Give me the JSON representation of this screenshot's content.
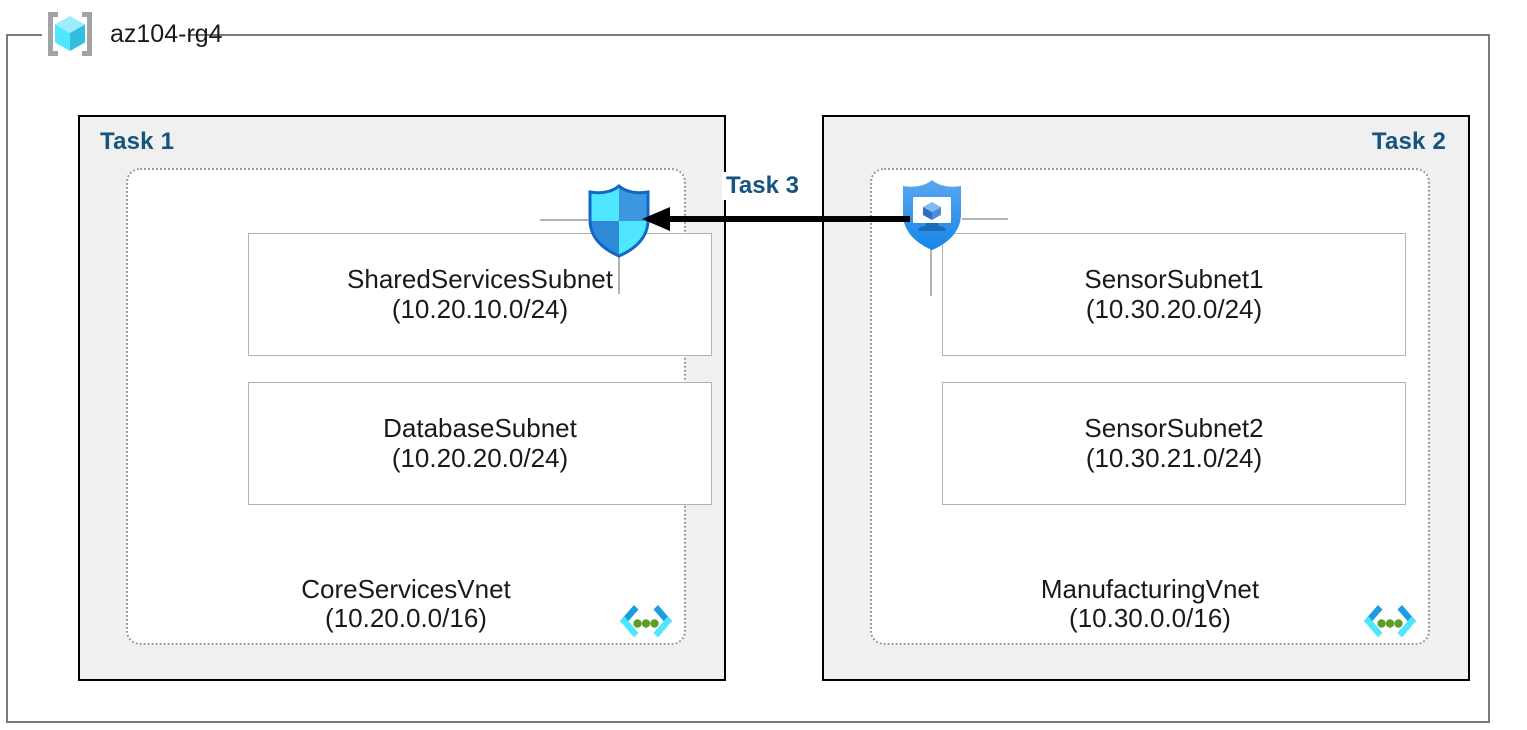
{
  "resource_group": {
    "icon": "resource-group-cube-icon",
    "name": "az104-rg4"
  },
  "tasks": [
    {
      "id": "task1",
      "label": "Task 1",
      "align": "left"
    },
    {
      "id": "task2",
      "label": "Task 2",
      "align": "right"
    },
    {
      "id": "task3",
      "label": "Task 3",
      "align": "center"
    }
  ],
  "vnets": [
    {
      "id": "core-services",
      "name": "CoreServicesVnet",
      "cidr": "(10.20.0.0/16)",
      "icon": "vnet-brackets-icon",
      "subnets": [
        {
          "name": "SharedServicesSubnet",
          "cidr": "(10.20.10.0/24)"
        },
        {
          "name": "DatabaseSubnet",
          "cidr": "(10.20.20.0/24)"
        }
      ]
    },
    {
      "id": "manufacturing",
      "name": "ManufacturingVnet",
      "cidr": "(10.30.0.0/16)",
      "icon": "vnet-brackets-icon",
      "subnets": [
        {
          "name": "SensorSubnet1",
          "cidr": "(10.30.20.0/24)"
        },
        {
          "name": "SensorSubnet2",
          "cidr": "(10.30.21.0/24)"
        }
      ]
    }
  ],
  "icons": {
    "firewall_shield": "firewall-shield-icon",
    "protected_vm_shield": "protected-vm-shield-icon",
    "connection_arrow": "peering-arrow-icon"
  },
  "colors": {
    "task_label": "#16537e",
    "panel_fill": "#f0f0f0",
    "panel_border": "#000000",
    "vnet_border": "#9a9a9a",
    "subnet_border": "#b3b3b3",
    "rg_border": "#7a7a7a",
    "azure_blue": "#0078d4",
    "azure_cyan": "#50e6ff",
    "vnet_dot_green": "#5e9e28",
    "arrow": "#000000"
  }
}
